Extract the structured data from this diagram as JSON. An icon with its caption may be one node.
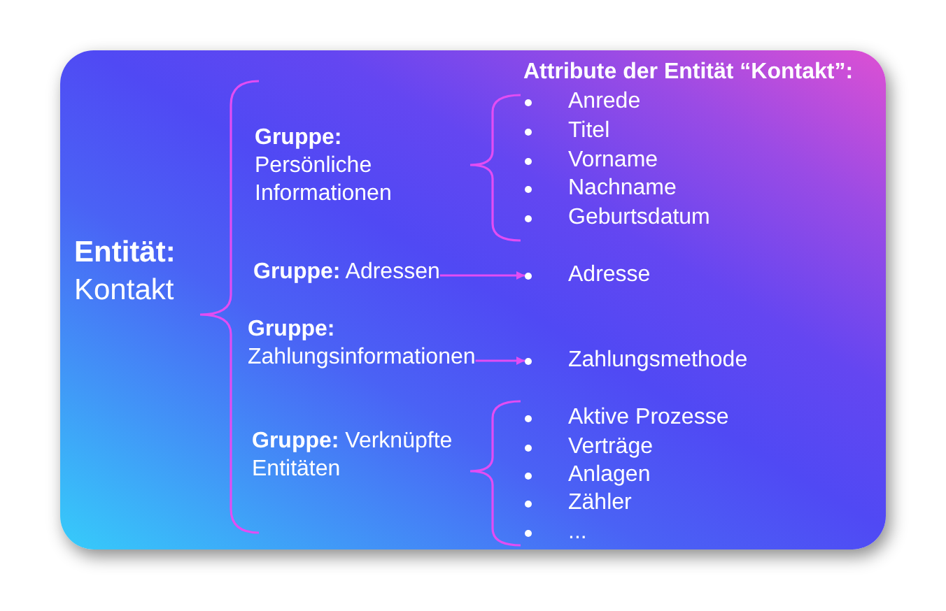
{
  "diagram": {
    "nodes": [
      {
        "text": [
          "**Gruppe:** Adressen"
        ]
      },
      {
        "text": [
          "Adresse"
        ]
      },
      {
        "text": [
          "**Gruppe:** Zahlungsinformationen"
        ]
      },
      {
        "text": [
          "Zahlungsmethode"
        ]
      }
    ],
    "edges": [
      {
        "from": 0,
        "to": 1,
        "arrow": "to"
      },
      {
        "from": 2,
        "to": 3,
        "arrow": "to"
      }
    ],
    "labels": [
      "Attribute der Entität “Kontakt”:",
      "**Gruppe:** Persönliche Informationen",
      "Anrede",
      "Titel",
      "Vorname",
      "Nachname",
      "Geburtsdatum",
      "**Entität:** Kontakt",
      "**Gruppe:** Verknüpfte Entitäten",
      "Aktive Prozesse",
      "Verträge",
      "Anlagen",
      "Zähler",
      "..."
    ]
  }
}
